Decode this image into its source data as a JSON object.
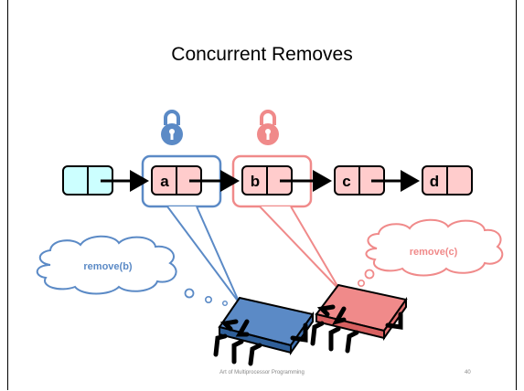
{
  "slide": {
    "title": "Concurrent Removes",
    "footer": "Art of Multiprocessor Programming",
    "page_number": "40"
  },
  "list": {
    "nodes": [
      {
        "key": "",
        "color": "#ccffff",
        "role": "head-sentinel"
      },
      {
        "key": "a",
        "color": "#ffcccc"
      },
      {
        "key": "b",
        "color": "#ffcccc"
      },
      {
        "key": "c",
        "color": "#ffcccc"
      },
      {
        "key": "d",
        "color": "#ffcccc"
      }
    ]
  },
  "threads": {
    "blue": {
      "call": "remove(b)",
      "color": "#5b8ac6",
      "locks_node": "a",
      "icon": "lock-icon"
    },
    "red": {
      "call": "remove(c)",
      "color": "#f08a8a",
      "locks_node": "b",
      "icon": "lock-icon"
    }
  }
}
